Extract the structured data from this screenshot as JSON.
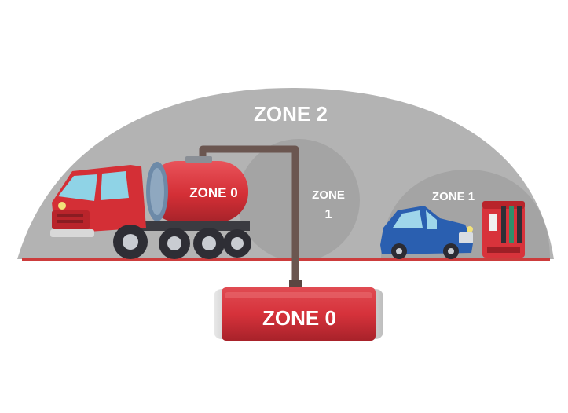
{
  "diagram": {
    "zone2_label": "ZONE 2",
    "zone0_tanker_label": "ZONE 0",
    "zone1_center_label_line1": "ZONE",
    "zone1_center_label_line2": "1",
    "zone1_right_label": "ZONE 1",
    "zone0_tank_label": "ZONE 0"
  },
  "colors": {
    "zone2_fill": "#b3b3b3",
    "zone1_fill": "#a4a4a4",
    "ground_line": "#cc3c3c",
    "tanker_red": "#d42f36",
    "tank_red": "#d6323b",
    "pipe": "#6b5650",
    "car_blue": "#2a5fb0",
    "pump_red": "#d8333b"
  },
  "icons": [
    "fuel-tanker-truck-icon",
    "car-icon",
    "fuel-pump-icon",
    "underground-tank-icon"
  ]
}
